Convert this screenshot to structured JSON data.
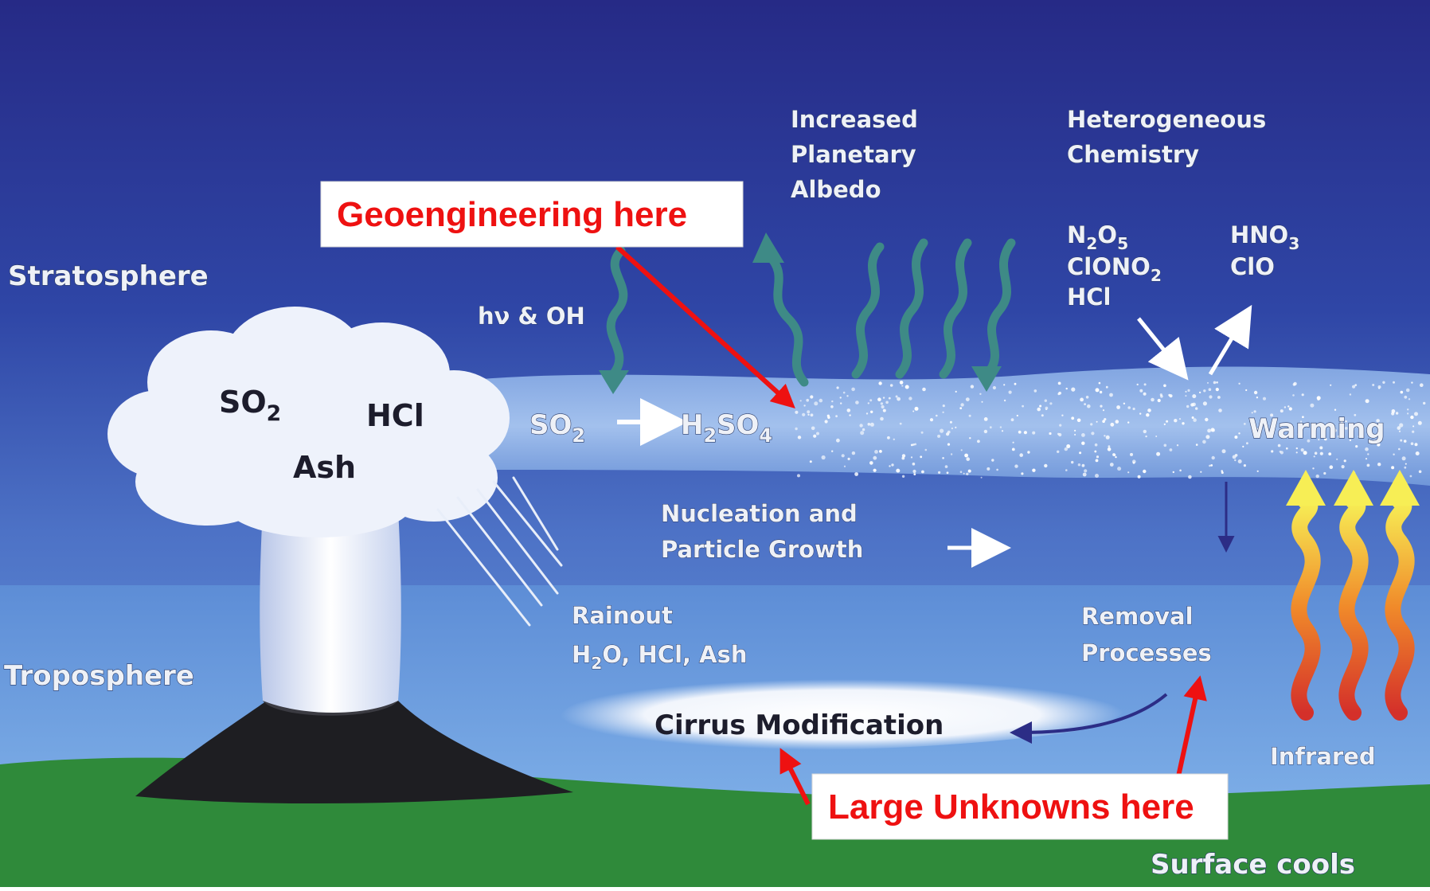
{
  "labels": {
    "stratosphere": "Stratosphere",
    "troposphere": "Troposphere",
    "hv_oh": "hν & OH",
    "so2_cloud": "SO",
    "so2_cloud_sub": "2",
    "hcl_cloud": "HCl",
    "ash_cloud": "Ash",
    "reaction_so2": "SO",
    "reaction_so2_sub": "2",
    "reaction_h2so4_a": "H",
    "reaction_h2so4_sub1": "2",
    "reaction_h2so4_b": "SO",
    "reaction_h2so4_sub2": "4",
    "albedo_line1": "Increased",
    "albedo_line2": "Planetary",
    "albedo_line3": "Albedo",
    "hetero_line1": "Heterogeneous",
    "hetero_line2": "Chemistry",
    "n2o5_a": "N",
    "n2o5_sub1": "2",
    "n2o5_b": "O",
    "n2o5_sub2": "5",
    "clono2_a": "ClONO",
    "clono2_sub": "2",
    "hcl_chem": "HCl",
    "hno3_a": "HNO",
    "hno3_sub": "3",
    "clo": "ClO",
    "warming": "Warming",
    "nucleation_line1": "Nucleation and",
    "nucleation_line2": "Particle Growth",
    "rainout": "Rainout",
    "rainout_species_a": "H",
    "rainout_species_sub": "2",
    "rainout_species_b": "O, HCl, Ash",
    "removal_line1": "Removal",
    "removal_line2": "Processes",
    "cirrus": "Cirrus Modification",
    "infrared": "Infrared",
    "surface_cools": "Surface cools"
  },
  "callouts": {
    "geoengineering": "Geoengineering here",
    "unknowns": "Large Unknowns here"
  },
  "colors": {
    "sky_top": "#2a2f8c",
    "sky_mid": "#4f74c4",
    "troposphere": "#5e8fd6",
    "ground": "#2f8a3a",
    "callout_red": "#ee1111",
    "teal_arrow": "#3e8a86",
    "infrared_yellow": "#f4e64a",
    "infrared_red": "#d8362a"
  }
}
